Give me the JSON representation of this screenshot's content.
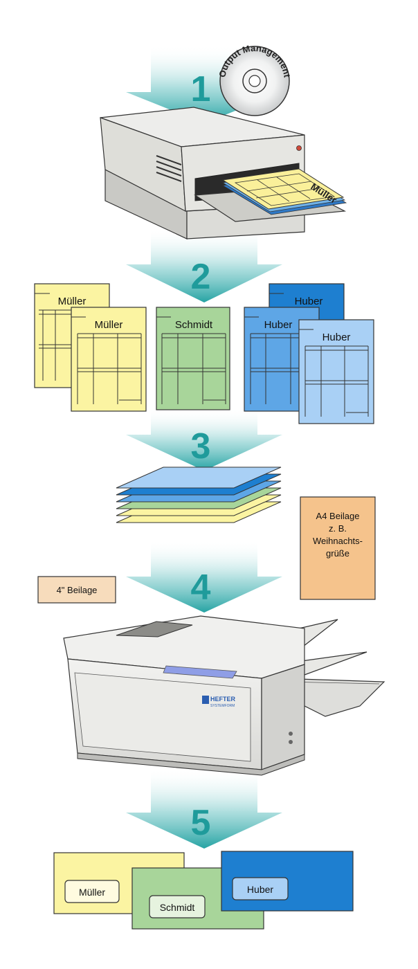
{
  "steps": [
    "1",
    "2",
    "3",
    "4",
    "5"
  ],
  "cd_label": "Output Management",
  "tray_name": "Müller",
  "documents": {
    "mueller": "Müller",
    "schmidt": "Schmidt",
    "huber": "Huber"
  },
  "inserts": {
    "a4": [
      "A4 Beilage",
      "z. B.",
      "Weihnachts-",
      "grüße"
    ],
    "small": "4\" Beilage"
  },
  "machine_brand": "HEFTER",
  "machine_brand_sub": "SYSTEMFORM",
  "envelopes": {
    "mueller": "Müller",
    "schmidt": "Schmidt",
    "huber": "Huber"
  },
  "colors": {
    "arrow_teal": "#2aa6a6",
    "step_number": "#1f9b9b",
    "yellow_doc": "#fbf4a2",
    "green_doc": "#a8d59a",
    "blue_doc_dark": "#1e7fd0",
    "blue_doc_mid": "#5ea6e6",
    "blue_doc_light": "#a9d0f5",
    "orange_insert": "#f5c38c",
    "peach_insert": "#f7dcbc",
    "machine_grey": "#e6e6e3"
  }
}
